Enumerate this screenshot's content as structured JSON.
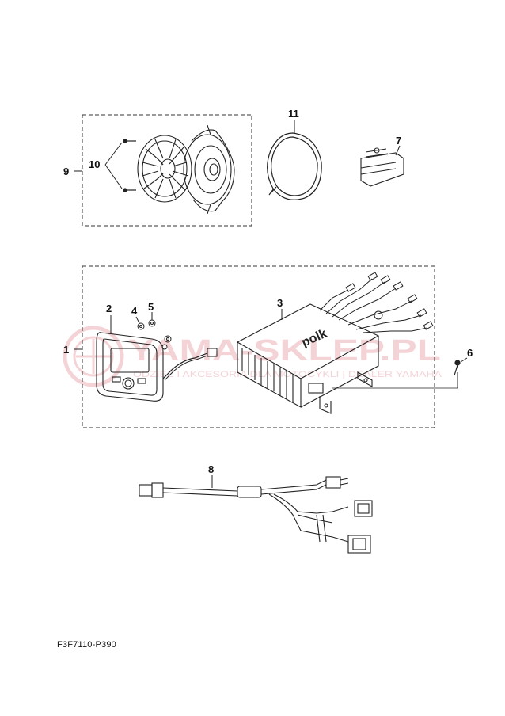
{
  "diagram": {
    "part_labels": {
      "p1": "1",
      "p2": "2",
      "p3": "3",
      "p4": "4",
      "p5": "5",
      "p6": "6",
      "p7": "7",
      "p8": "8",
      "p9": "9",
      "p10": "10",
      "p11": "11"
    },
    "figure_code": "F3F7110-P390",
    "speaker_brand": "polk",
    "watermark": {
      "title": "YAMA-SKLEP.PL",
      "subtitle": "ODZIEŻ I AKCESORIA DLA MOTOCYKLI | DEALER YAMAHA"
    },
    "colors": {
      "line": "#222222",
      "watermark": "#e8a0a8"
    }
  }
}
